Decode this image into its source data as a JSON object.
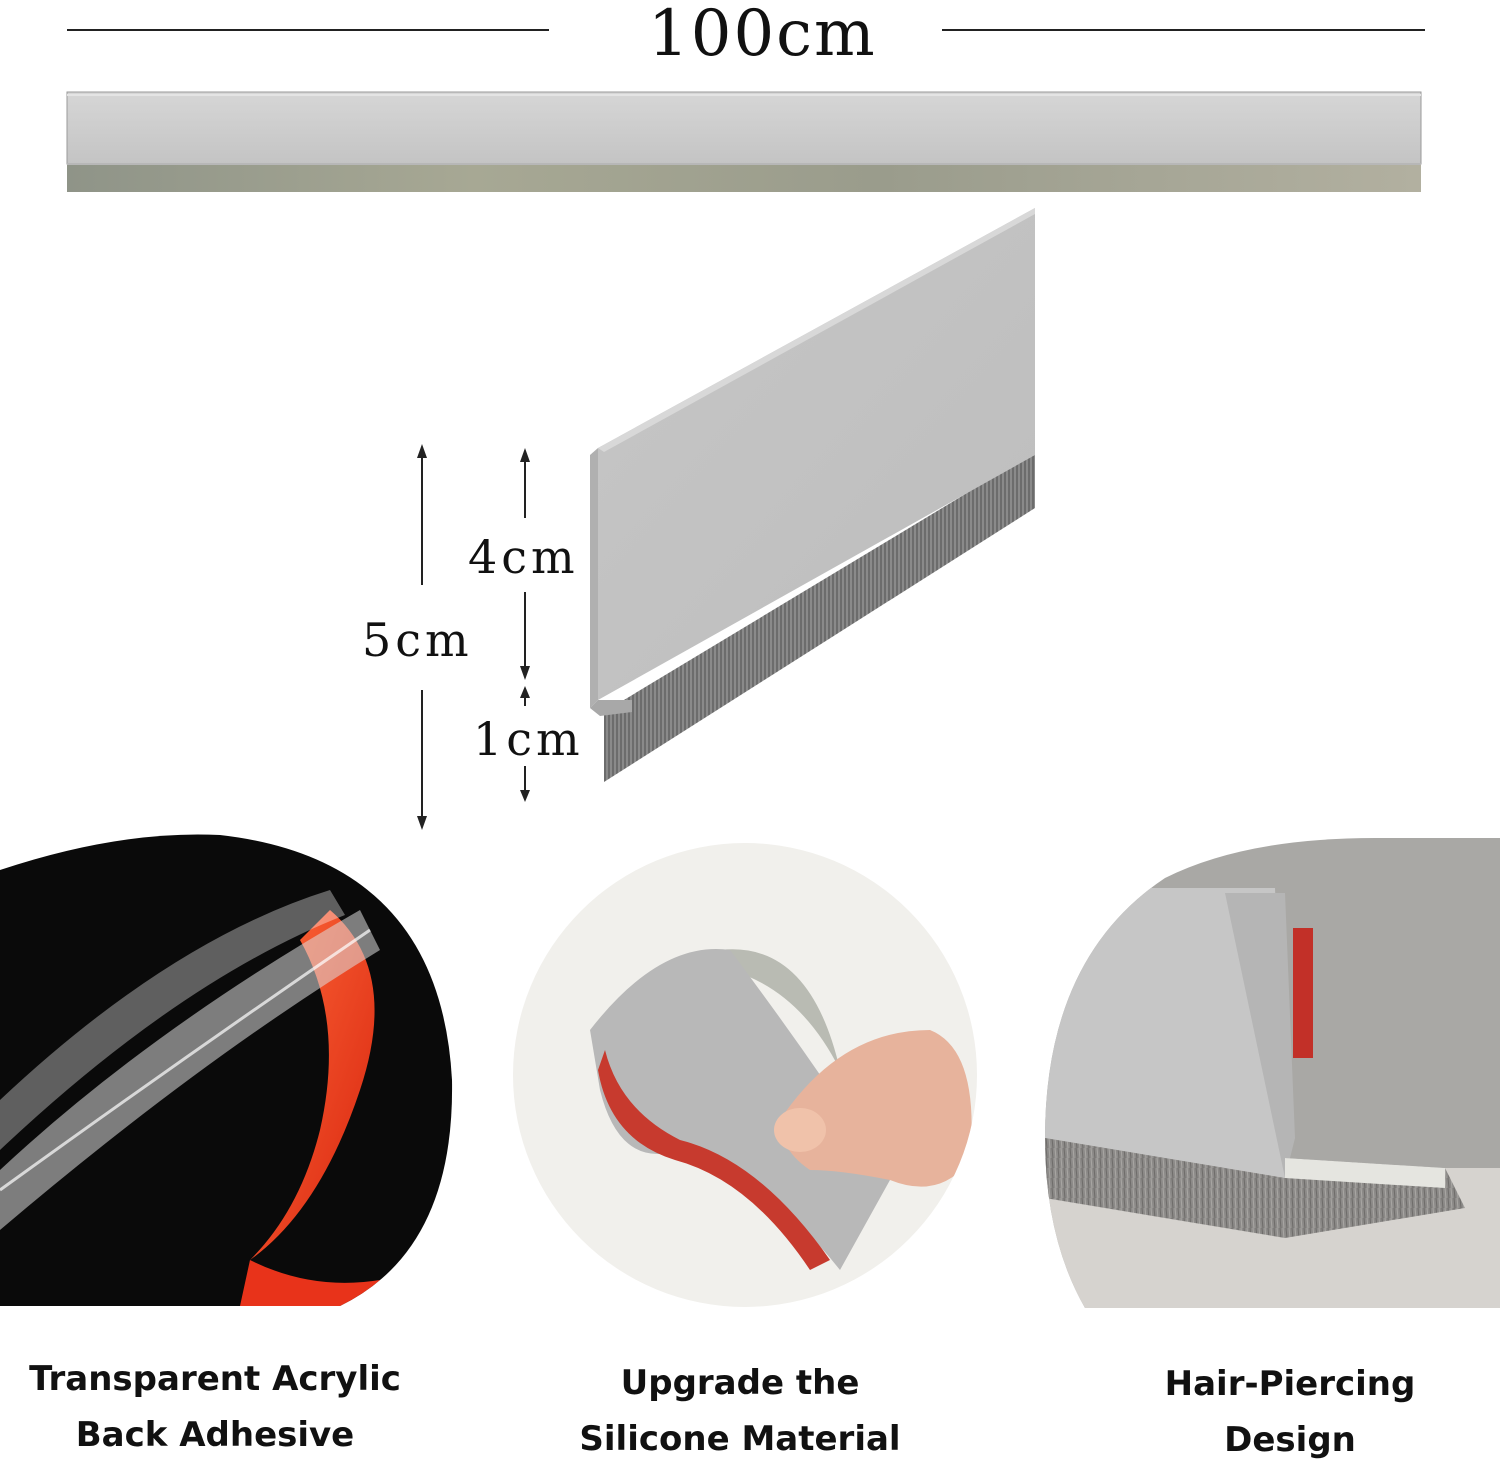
{
  "dimensions": {
    "length": "100cm",
    "total_height": "5cm",
    "strip_height": "4cm",
    "brush_height": "1cm"
  },
  "features": [
    {
      "line1": "Transparent Acrylic",
      "line2": "Back Adhesive",
      "icon": "adhesive-tape-photo"
    },
    {
      "line1": "Upgrade the",
      "line2": "Silicone Material",
      "icon": "silicone-strip-photo"
    },
    {
      "line1": "Hair-Piercing",
      "line2": "Design",
      "icon": "brush-detail-photo"
    }
  ],
  "colors": {
    "strip_gray": "#c9c9c9",
    "brush_gray": "#8a8a8a",
    "adhesive_red": "#e8331a",
    "text": "#111111"
  }
}
